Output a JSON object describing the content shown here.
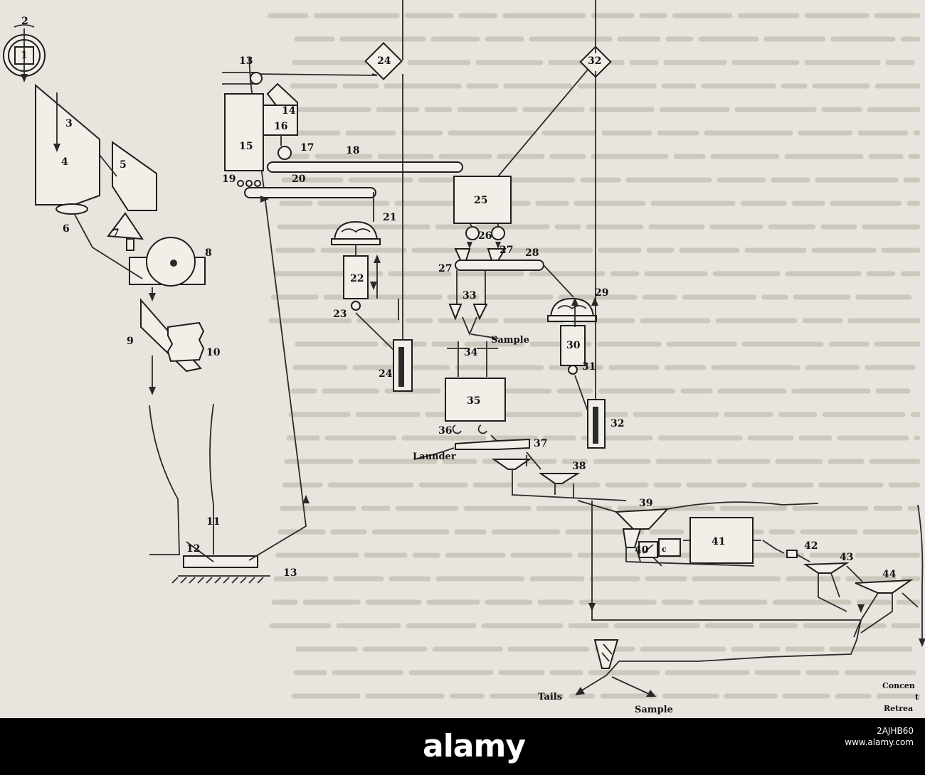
{
  "diagram": {
    "numbers": [
      "1",
      "2",
      "3",
      "4",
      "5",
      "6",
      "7",
      "8",
      "9",
      "10",
      "11",
      "12",
      "13",
      "13",
      "13",
      "14",
      "15",
      "16",
      "17",
      "18",
      "19",
      "20",
      "21",
      "22",
      "23",
      "24",
      "24",
      "25",
      "26",
      "27",
      "27",
      "28",
      "29",
      "30",
      "31",
      "32",
      "32",
      "33",
      "34",
      "35",
      "36",
      "37",
      "38",
      "39",
      "40",
      "41",
      "42",
      "43",
      "44"
    ],
    "labels": {
      "sample_1": "Sample",
      "launder": "Launder",
      "tails": "Tails",
      "sample_2": "Sample",
      "concentrate_1": "Concen",
      "concentrate_2": "t",
      "concentrate_3": "Retrea"
    },
    "colors": {
      "ink": "#2a2a2a",
      "paper": "#e7e5dd",
      "banner": "#000000"
    }
  },
  "watermark": {
    "logo": "alamy",
    "image_id": "2AJHB60",
    "site": "www.alamy.com"
  }
}
